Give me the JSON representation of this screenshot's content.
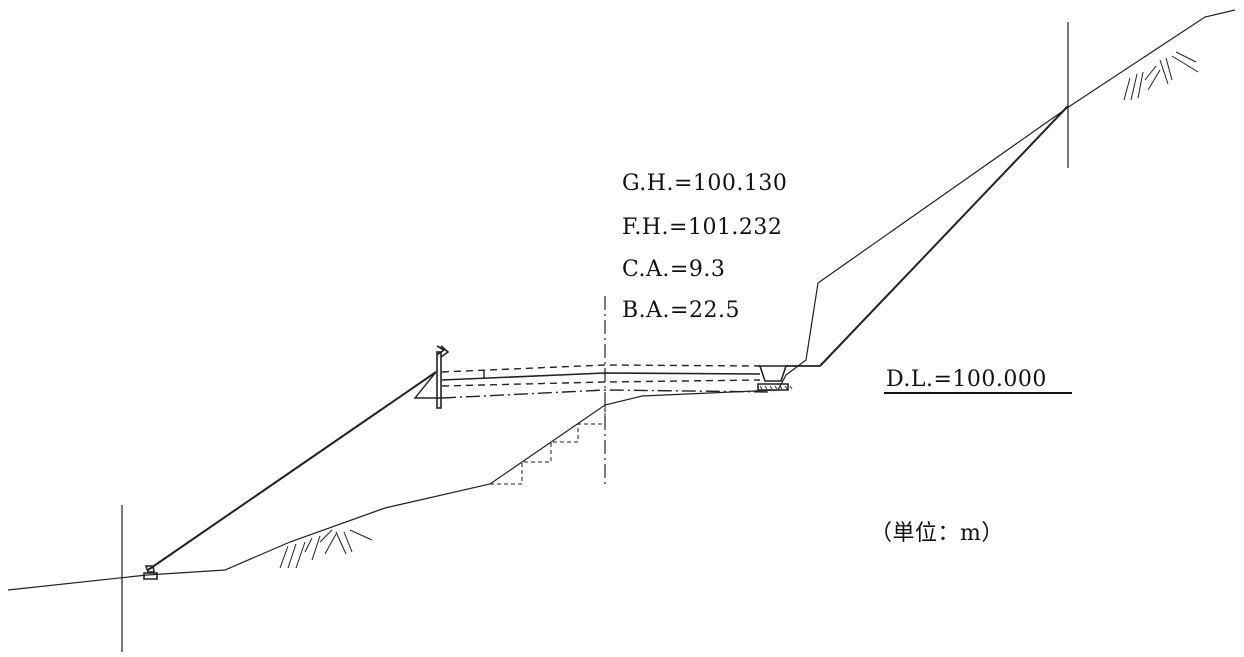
{
  "labels": {
    "gh": "G.H.=100.130",
    "fh": "F.H.=101.232",
    "ca": "C.A.=9.3",
    "ba": "B.A.=22.5",
    "dl": "D.L.=100.000",
    "unit": "（単位：m）"
  },
  "colors": {
    "line": "#222222",
    "background": "#ffffff"
  }
}
